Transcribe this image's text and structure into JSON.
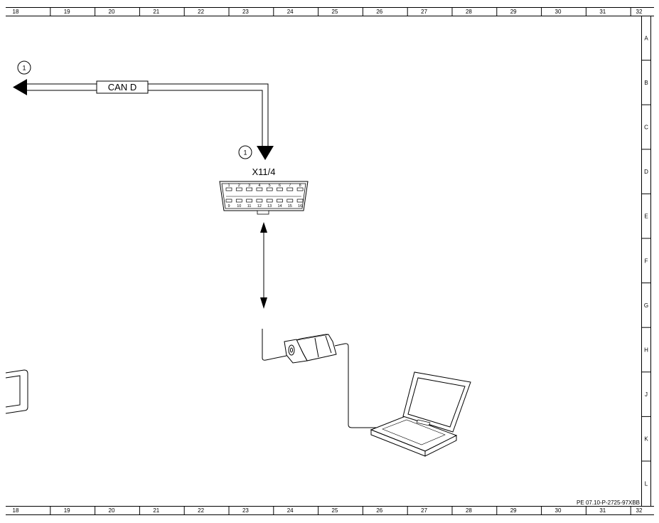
{
  "frame": {
    "column_labels": [
      "18",
      "19",
      "20",
      "21",
      "22",
      "23",
      "24",
      "25",
      "26",
      "27",
      "28",
      "29",
      "30",
      "31",
      "32"
    ],
    "row_labels": [
      "A",
      "B",
      "C",
      "D",
      "E",
      "F",
      "G",
      "H",
      "J",
      "K",
      "L"
    ]
  },
  "diagram": {
    "bus_label": "CAN D",
    "ref_marker_1": "1",
    "ref_marker_2": "1",
    "connector_label": "X11/4",
    "pins_top": [
      "1",
      "2",
      "3",
      "4",
      "5",
      "6",
      "7",
      "8"
    ],
    "pins_bottom": [
      "9",
      "10",
      "11",
      "12",
      "13",
      "14",
      "15",
      "16"
    ],
    "doc_id": "PE 07.10-P-2725-97XBB"
  }
}
